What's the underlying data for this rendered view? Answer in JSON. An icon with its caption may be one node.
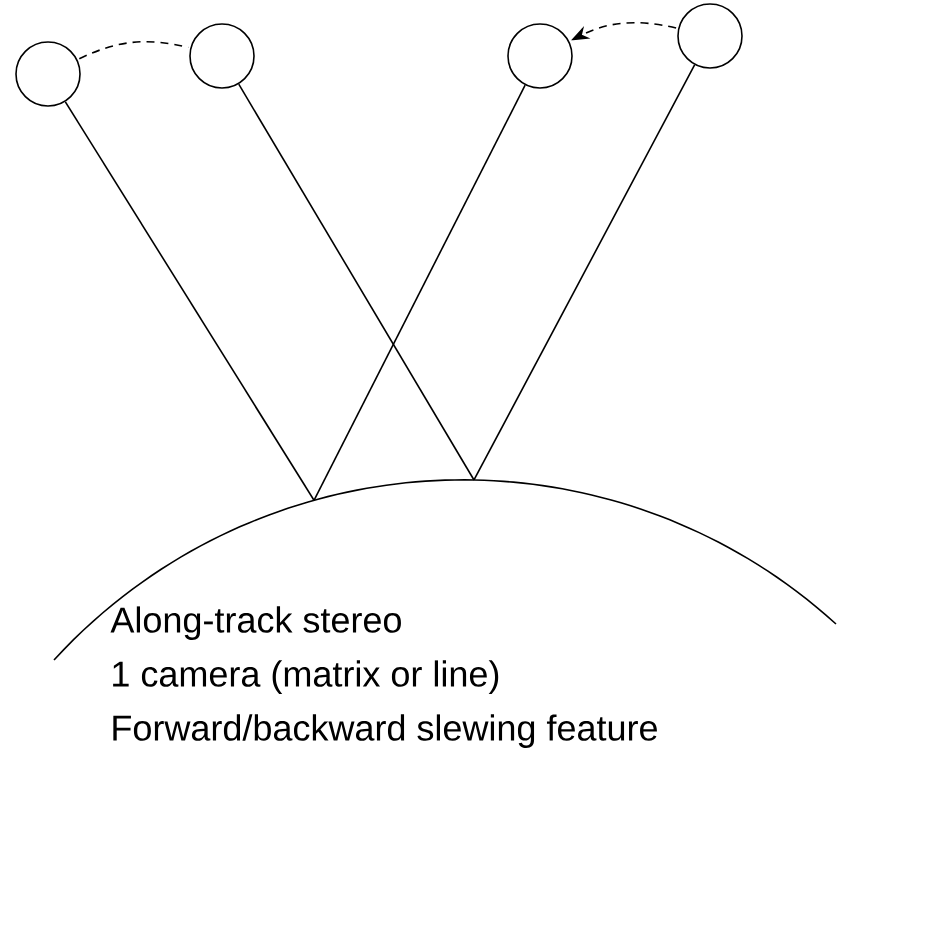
{
  "diagram": {
    "nodes": [
      {
        "text": [],
        "shape": "circle"
      },
      {
        "text": [],
        "shape": "circle"
      },
      {
        "text": [],
        "shape": "circle"
      },
      {
        "text": [],
        "shape": "circle"
      },
      {
        "text": [
          "Along-track stereo",
          "1 camera (matrix or line)",
          "Forward/backward slewing feature"
        ]
      }
    ],
    "edges": [
      {
        "from": 0,
        "to": 4,
        "arrow": "none"
      },
      {
        "from": 1,
        "to": 4,
        "arrow": "none"
      },
      {
        "from": 2,
        "to": 4,
        "arrow": "none"
      },
      {
        "from": 3,
        "to": 4,
        "arrow": "none"
      },
      {
        "from": 0,
        "to": 1,
        "arrow": "none",
        "style": "dashed"
      },
      {
        "from": 3,
        "to": 2,
        "arrow": "to",
        "style": "dashed"
      }
    ]
  }
}
